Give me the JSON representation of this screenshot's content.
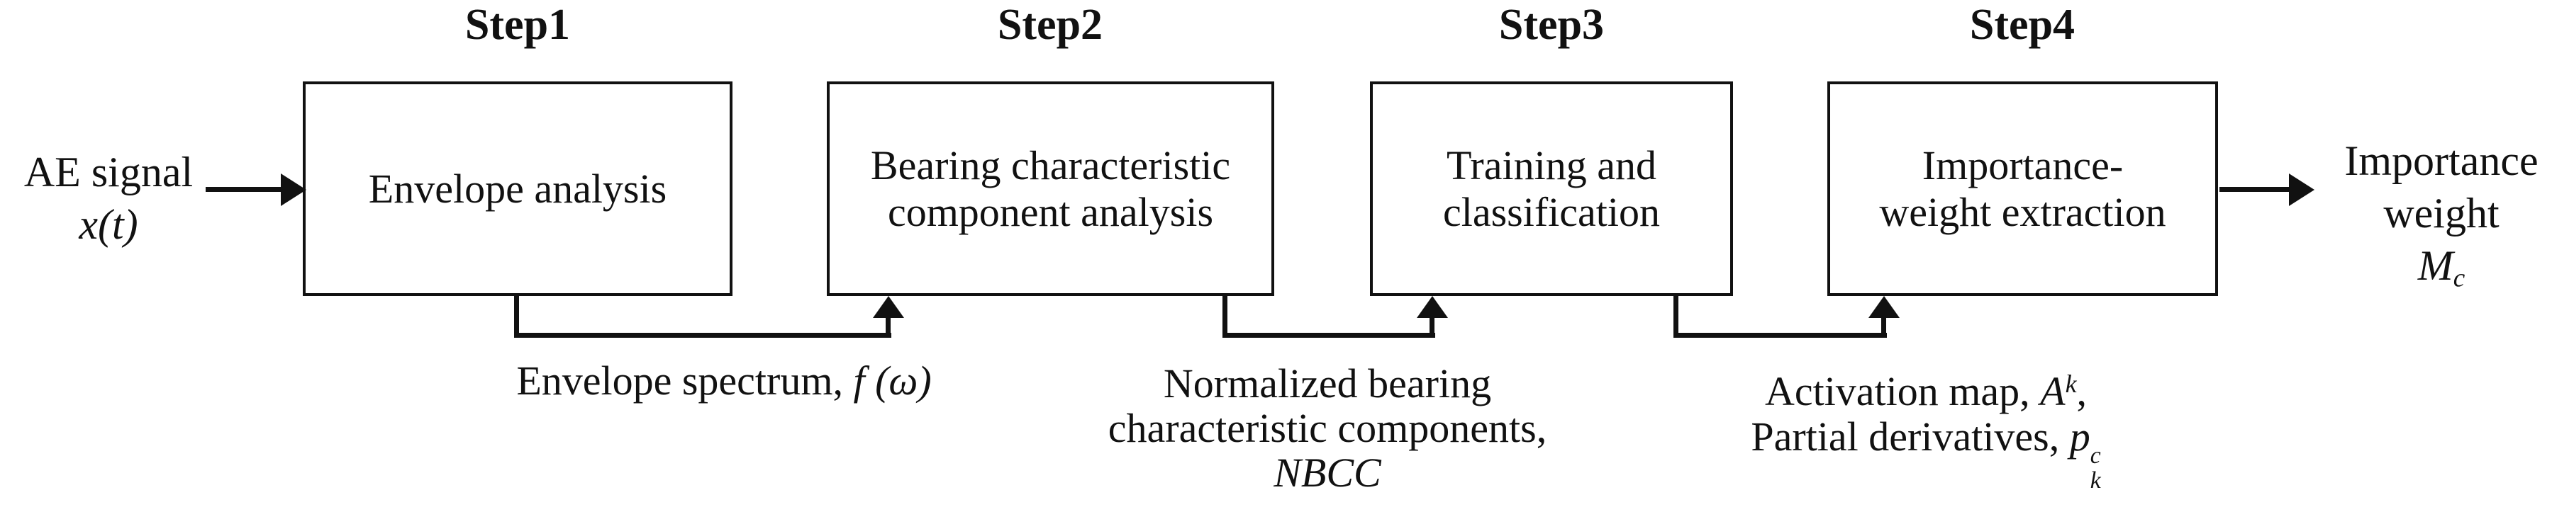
{
  "colors": {
    "ink": "#111111",
    "background": "#ffffff"
  },
  "steps": [
    {
      "label": "Step1",
      "box_lines": [
        "Envelope analysis"
      ]
    },
    {
      "label": "Step2",
      "box_lines": [
        "Bearing characteristic",
        "component analysis"
      ]
    },
    {
      "label": "Step3",
      "box_lines": [
        "Training and",
        "classification"
      ]
    },
    {
      "label": "Step4",
      "box_lines": [
        "Importance-",
        "weight extraction"
      ]
    }
  ],
  "input": {
    "label": "AE signal",
    "math": "x(t)"
  },
  "output": {
    "line1": "Importance",
    "line2": "weight",
    "var": "M",
    "sub": "c"
  },
  "flow_labels": {
    "envelope_spectrum": {
      "text": "Envelope spectrum, ",
      "math": "f (ω)"
    },
    "nbcc": {
      "line1": "Normalized bearing",
      "line2": "characteristic components,",
      "abbr": "NBCC"
    },
    "activation": {
      "line1_text": "Activation map, ",
      "line1_var": "A",
      "line1_sup": "k",
      "line1_tail": ",",
      "line2_text": "Partial derivatives, ",
      "line2_var": "p",
      "line2_sub": "k",
      "line2_sup": "c"
    }
  }
}
